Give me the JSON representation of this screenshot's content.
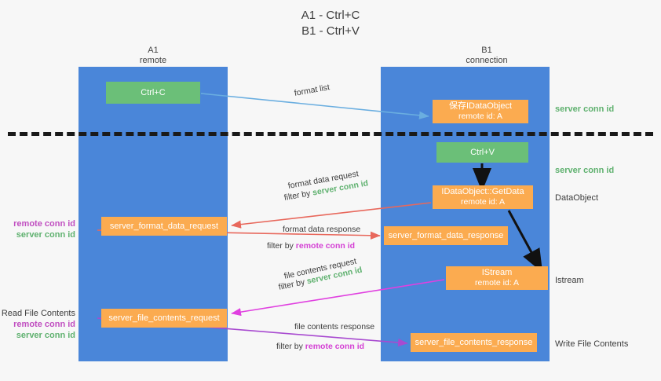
{
  "title": {
    "line1": "A1 - Ctrl+C",
    "line2": "B1 - Ctrl+V"
  },
  "lanes": [
    {
      "id": "a1",
      "name": "A1",
      "role": "remote",
      "color": "#4a86d9"
    },
    {
      "id": "b1",
      "name": "B1",
      "role": "connection",
      "color": "#4a86d9"
    }
  ],
  "nodes": {
    "ctrl_c": {
      "label": "Ctrl+C",
      "color": "#6bbf78"
    },
    "save_idataobject": {
      "line1": "保存IDataObject",
      "line2": "remote id: A",
      "color": "#fbab50"
    },
    "ctrl_v": {
      "label": "Ctrl+V",
      "color": "#6bbf78"
    },
    "getdata": {
      "line1": "IDataObject::GetData",
      "line2": "remote id: A",
      "color": "#fbab50"
    },
    "istream": {
      "line1": "IStream",
      "line2": "remote id: A",
      "color": "#fbab50"
    },
    "format_data_request": {
      "label": "server_format_data_request",
      "color": "#fbab50"
    },
    "format_data_response": {
      "label": "server_format_data_response",
      "color": "#fbab50"
    },
    "file_contents_request": {
      "label": "server_file_contents_request",
      "color": "#fbab50"
    },
    "file_contents_response": {
      "label": "server_file_contents_response",
      "color": "#fbab50"
    }
  },
  "edge_labels": {
    "format_list": "format list",
    "format_data_request": "format data request",
    "format_data_request_filter_prefix": "filter by ",
    "format_data_request_filter_value": "server conn id",
    "format_data_response": "format data response",
    "format_data_response_filter_prefix": "filter by ",
    "format_data_response_filter_value": "remote conn id",
    "file_contents_request": "file contents request",
    "file_contents_request_filter_prefix": "filter by ",
    "file_contents_request_filter_value": "server conn id",
    "file_contents_response": "file contents response",
    "file_contents_response_filter_prefix": "filter by ",
    "file_contents_response_filter_value": "remote conn id"
  },
  "side_annotations": {
    "server_conn_id_top": "server conn id",
    "server_conn_id_mid": "server conn id",
    "dataobject": "DataObject",
    "istream": "Istream",
    "write_file_contents": "Write File Contents"
  },
  "left_annotations": {
    "block1_remote": "remote conn id",
    "block1_server": "server conn id",
    "read_file_contents": "Read File Contents",
    "block2_remote": "remote conn id",
    "block2_server": "server conn id"
  },
  "colors": {
    "lane": "#4a86d9",
    "green_node": "#6bbf78",
    "orange_node": "#fbab50",
    "remote_conn_id": "#c04ec0",
    "server_conn_id": "#5fb16f",
    "arrow_blue": "#6aaee0",
    "arrow_red": "#e8685c",
    "arrow_magenta": "#e040e0",
    "arrow_purple": "#a84ad0",
    "arrow_black": "#111111",
    "separator": "#1a1a1a",
    "background": "#f7f7f7"
  }
}
